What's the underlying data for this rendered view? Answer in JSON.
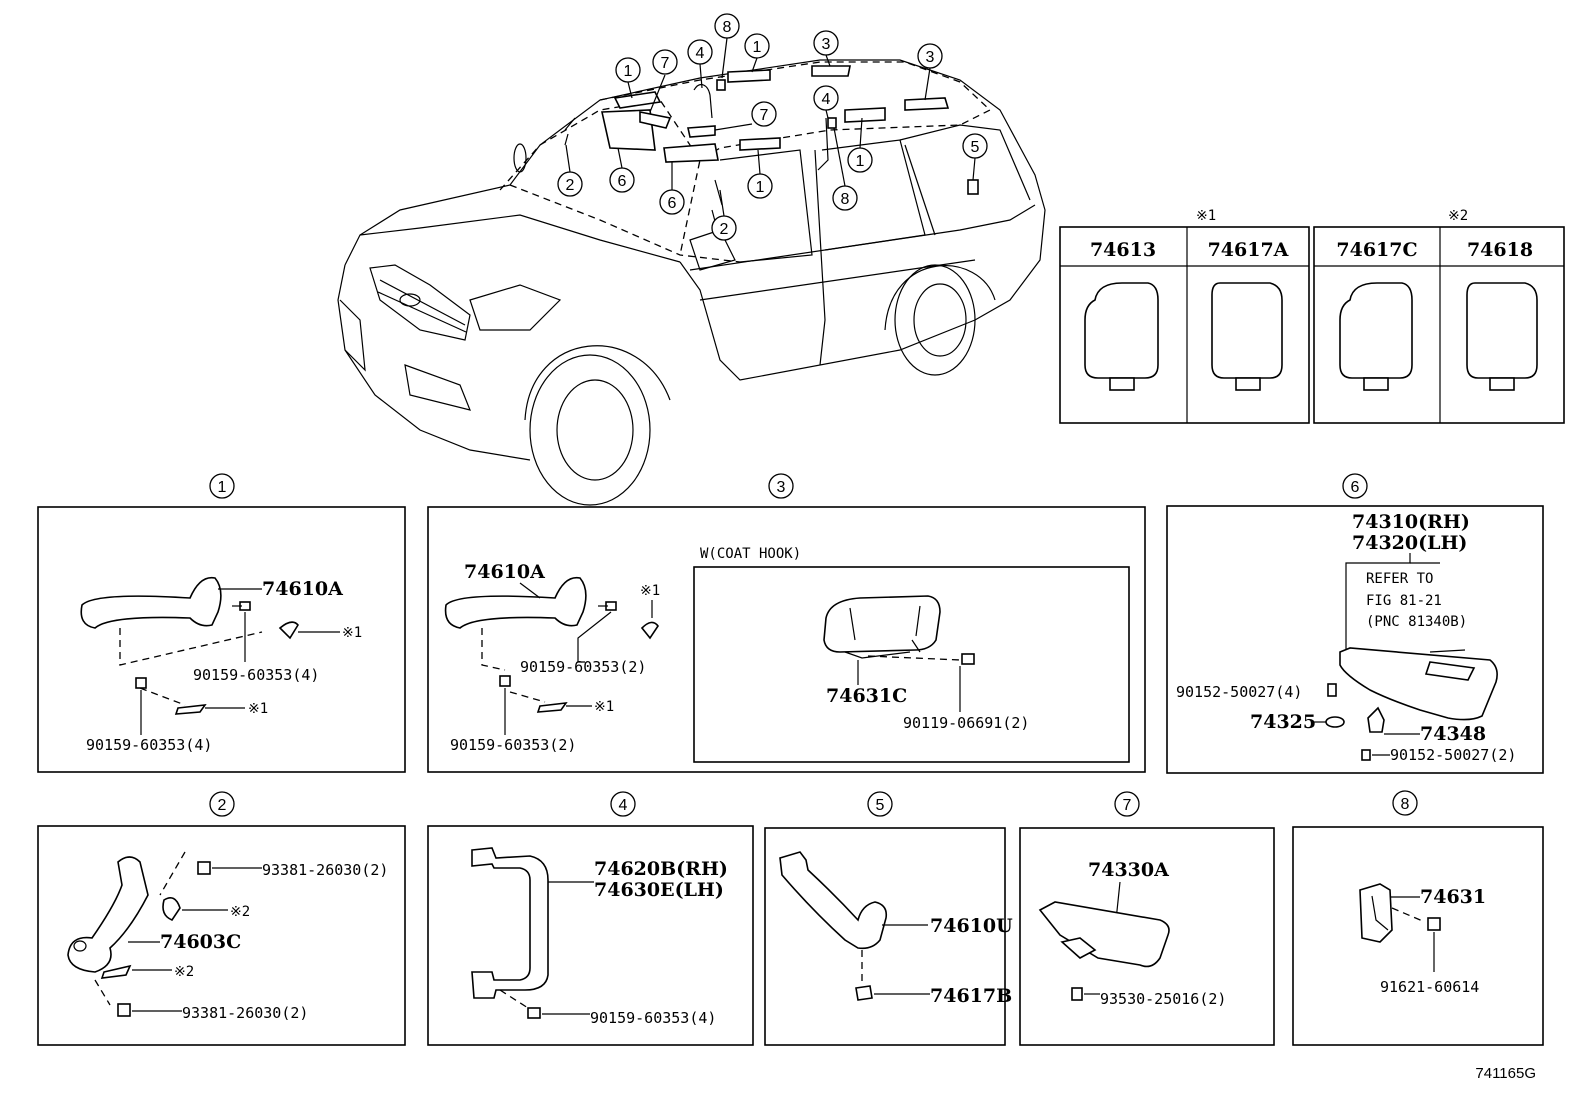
{
  "diagram_code": "741165G",
  "callouts_on_vehicle": [
    "1",
    "7",
    "4",
    "8",
    "1",
    "3",
    "3",
    "4",
    "7",
    "1",
    "2",
    "6",
    "6",
    "1",
    "8",
    "1",
    "5",
    "2"
  ],
  "marks_table": {
    "groups": [
      {
        "mark": "※1",
        "parts": [
          "74613",
          "74617A"
        ]
      },
      {
        "mark": "※2",
        "parts": [
          "74617C",
          "74618"
        ]
      }
    ]
  },
  "panels": {
    "p1": {
      "num": "1",
      "part": "74610A",
      "bolt_a": "90159-60353(4)",
      "bolt_b": "90159-60353(4)",
      "mark_a": "※1",
      "mark_b": "※1"
    },
    "p3": {
      "num": "3",
      "part": "74610A",
      "bolt_a": "90159-60353(2)",
      "bolt_b": "90159-60353(2)",
      "mark_a": "※1",
      "mark_b": "※1",
      "sub_label": "W(COAT HOOK)",
      "sub_part": "74631C",
      "sub_bolt": "90119-06691(2)"
    },
    "p6": {
      "num": "6",
      "rh": "74310(RH)",
      "lh": "74320(LH)",
      "refer1": "REFER TO",
      "refer2": "FIG 81-21",
      "refer3": "(PNC 81340B)",
      "screw_a": "90152-50027(4)",
      "cap": "74325",
      "holder": "74348",
      "screw_b": "90152-50027(2)"
    },
    "p2": {
      "num": "2",
      "bolt_a": "93381-26030(2)",
      "mark_a": "※2",
      "part": "74603C",
      "mark_b": "※2",
      "bolt_b": "93381-26030(2)"
    },
    "p4": {
      "num": "4",
      "rh": "74620B(RH)",
      "lh": "74630E(LH)",
      "bolt": "90159-60353(4)"
    },
    "p5": {
      "num": "5",
      "part": "74610U",
      "cap": "74617B"
    },
    "p7": {
      "num": "7",
      "part": "74330A",
      "screw": "93530-25016(2)"
    },
    "p8": {
      "num": "8",
      "part": "74631",
      "bolt": "91621-60614"
    }
  }
}
